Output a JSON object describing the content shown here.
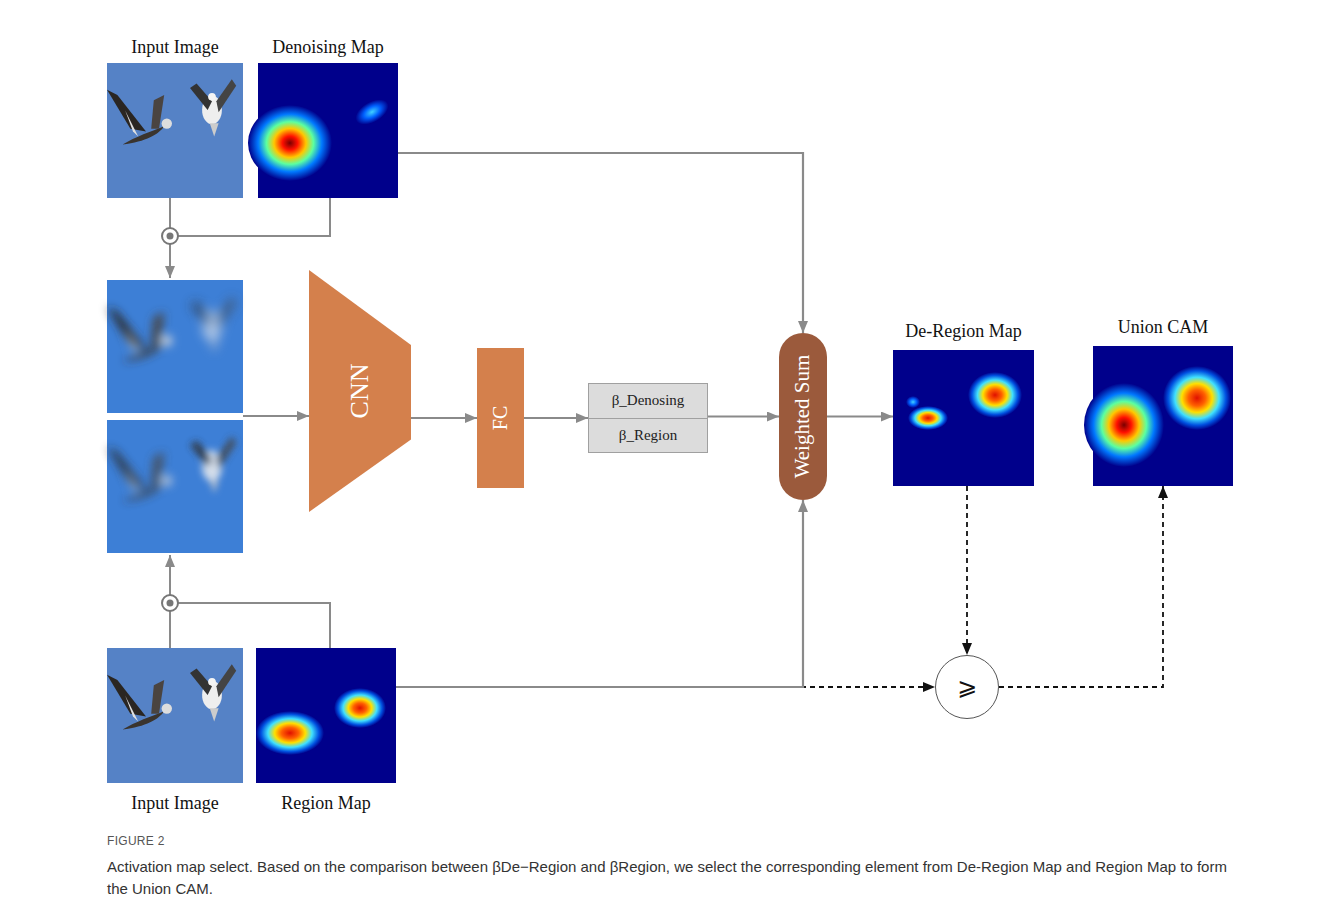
{
  "diagram": {
    "caption": "Activation map select. Based on the comparison between βDe−Region and βRegion, we select the corresponding element from De-Region Map and Region Map to form the Union CAM.",
    "nodes": [
      {
        "text": [
          "Input Image"
        ]
      },
      {
        "text": [
          "Denoising Map"
        ]
      },
      {
        "text": [
          "CNN"
        ]
      },
      {
        "text": [
          "FC"
        ]
      },
      {
        "text": [
          "β_Denosing",
          "β_Region"
        ]
      },
      {
        "text": [
          "Weighted Sum"
        ]
      },
      {
        "text": [
          "De-Region Map"
        ]
      },
      {
        "text": [
          "Union CAM"
        ]
      },
      {
        "text": [
          "Input Image"
        ]
      },
      {
        "text": [
          "Region Map"
        ]
      },
      {
        "text": [
          "⩾"
        ]
      }
    ],
    "edges": [
      {
        "from": 2,
        "to": 3,
        "arrow": "to"
      },
      {
        "from": 3,
        "to": 4,
        "arrow": "to"
      },
      {
        "from": 4,
        "to": 5,
        "arrow": "to"
      },
      {
        "from": 1,
        "to": 5,
        "arrow": "to"
      },
      {
        "from": 9,
        "to": 5,
        "arrow": "to"
      },
      {
        "from": 5,
        "to": 6,
        "arrow": "to"
      },
      {
        "from": 6,
        "to": 10,
        "arrow": "to"
      },
      {
        "from": 9,
        "to": 10,
        "arrow": "to"
      },
      {
        "from": 10,
        "to": 7,
        "arrow": "to"
      }
    ],
    "labels": [
      "FIGURE 2"
    ]
  }
}
